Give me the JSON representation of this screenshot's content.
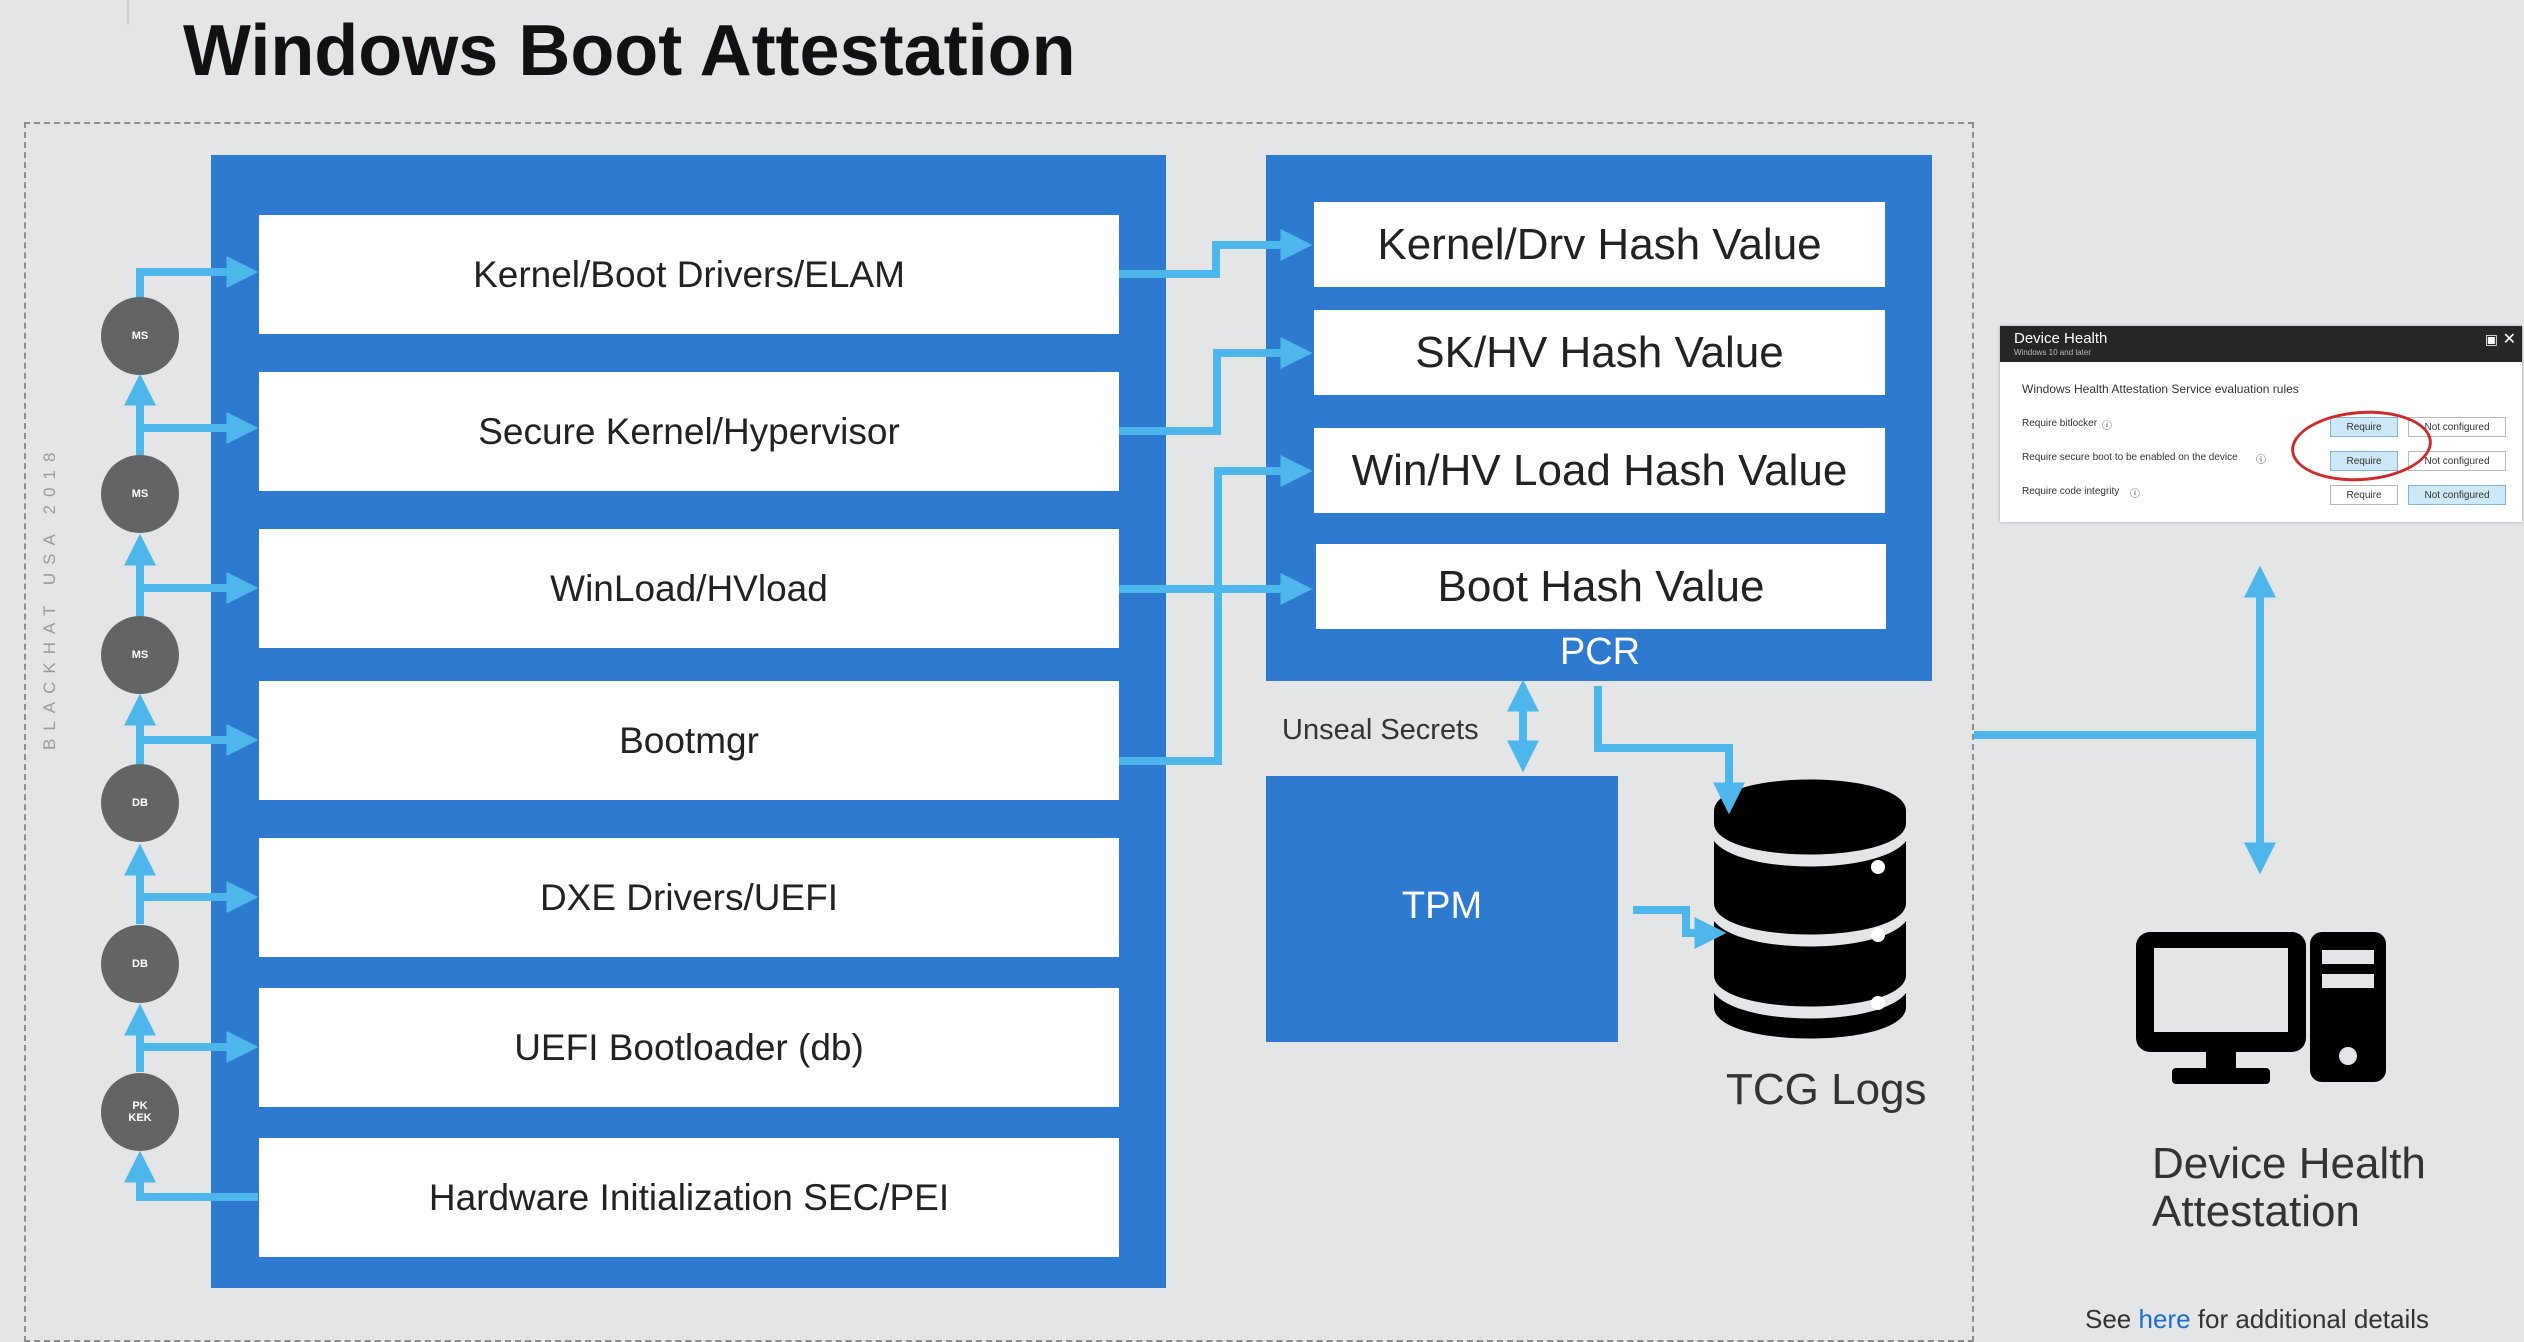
{
  "title": "Windows Boot Attestation",
  "watermark": "BLACKHAT USA 2018",
  "boot_stages": [
    "Kernel/Boot Drivers/ELAM",
    "Secure Kernel/Hypervisor",
    "WinLoad/HVload",
    "Bootmgr",
    "DXE Drivers/UEFI",
    "UEFI Bootloader (db)",
    "Hardware Initialization SEC/PEI"
  ],
  "signers": [
    "MS",
    "MS",
    "MS",
    "DB",
    "DB",
    "PK\nKEK"
  ],
  "hash_values": [
    "Kernel/Drv Hash Value",
    "SK/HV Hash Value",
    "Win/HV Load Hash Value",
    "Boot Hash Value"
  ],
  "pcr_label": "PCR",
  "unseal_label": "Unseal Secrets",
  "tpm_label": "TPM",
  "tcg_label": "TCG Logs",
  "dha_label": "Device Health Attestation",
  "footer": {
    "prefix": "See ",
    "link": "here",
    "suffix": " for additional details"
  },
  "screenshot": {
    "title": "Device Health",
    "subtitle": "Windows 10 and later",
    "heading": "Windows Health Attestation Service evaluation rules",
    "rows": [
      {
        "label": "Require bitlocker",
        "require": "Require",
        "not_configured": "Not configured",
        "selected": "require"
      },
      {
        "label": "Require secure boot to be enabled on the device",
        "require": "Require",
        "not_configured": "Not configured",
        "selected": "require"
      },
      {
        "label": "Require code integrity",
        "require": "Require",
        "not_configured": "Not configured",
        "selected": "not_configured"
      }
    ]
  },
  "colors": {
    "panel_blue": "#2e7ad1",
    "arrow_blue": "#4db7ec",
    "circle_gray": "#636466",
    "highlight_red": "#d02b2b"
  },
  "icons": [
    "database-icon",
    "computer-icon",
    "close-icon",
    "maximize-icon",
    "info-icon"
  ]
}
